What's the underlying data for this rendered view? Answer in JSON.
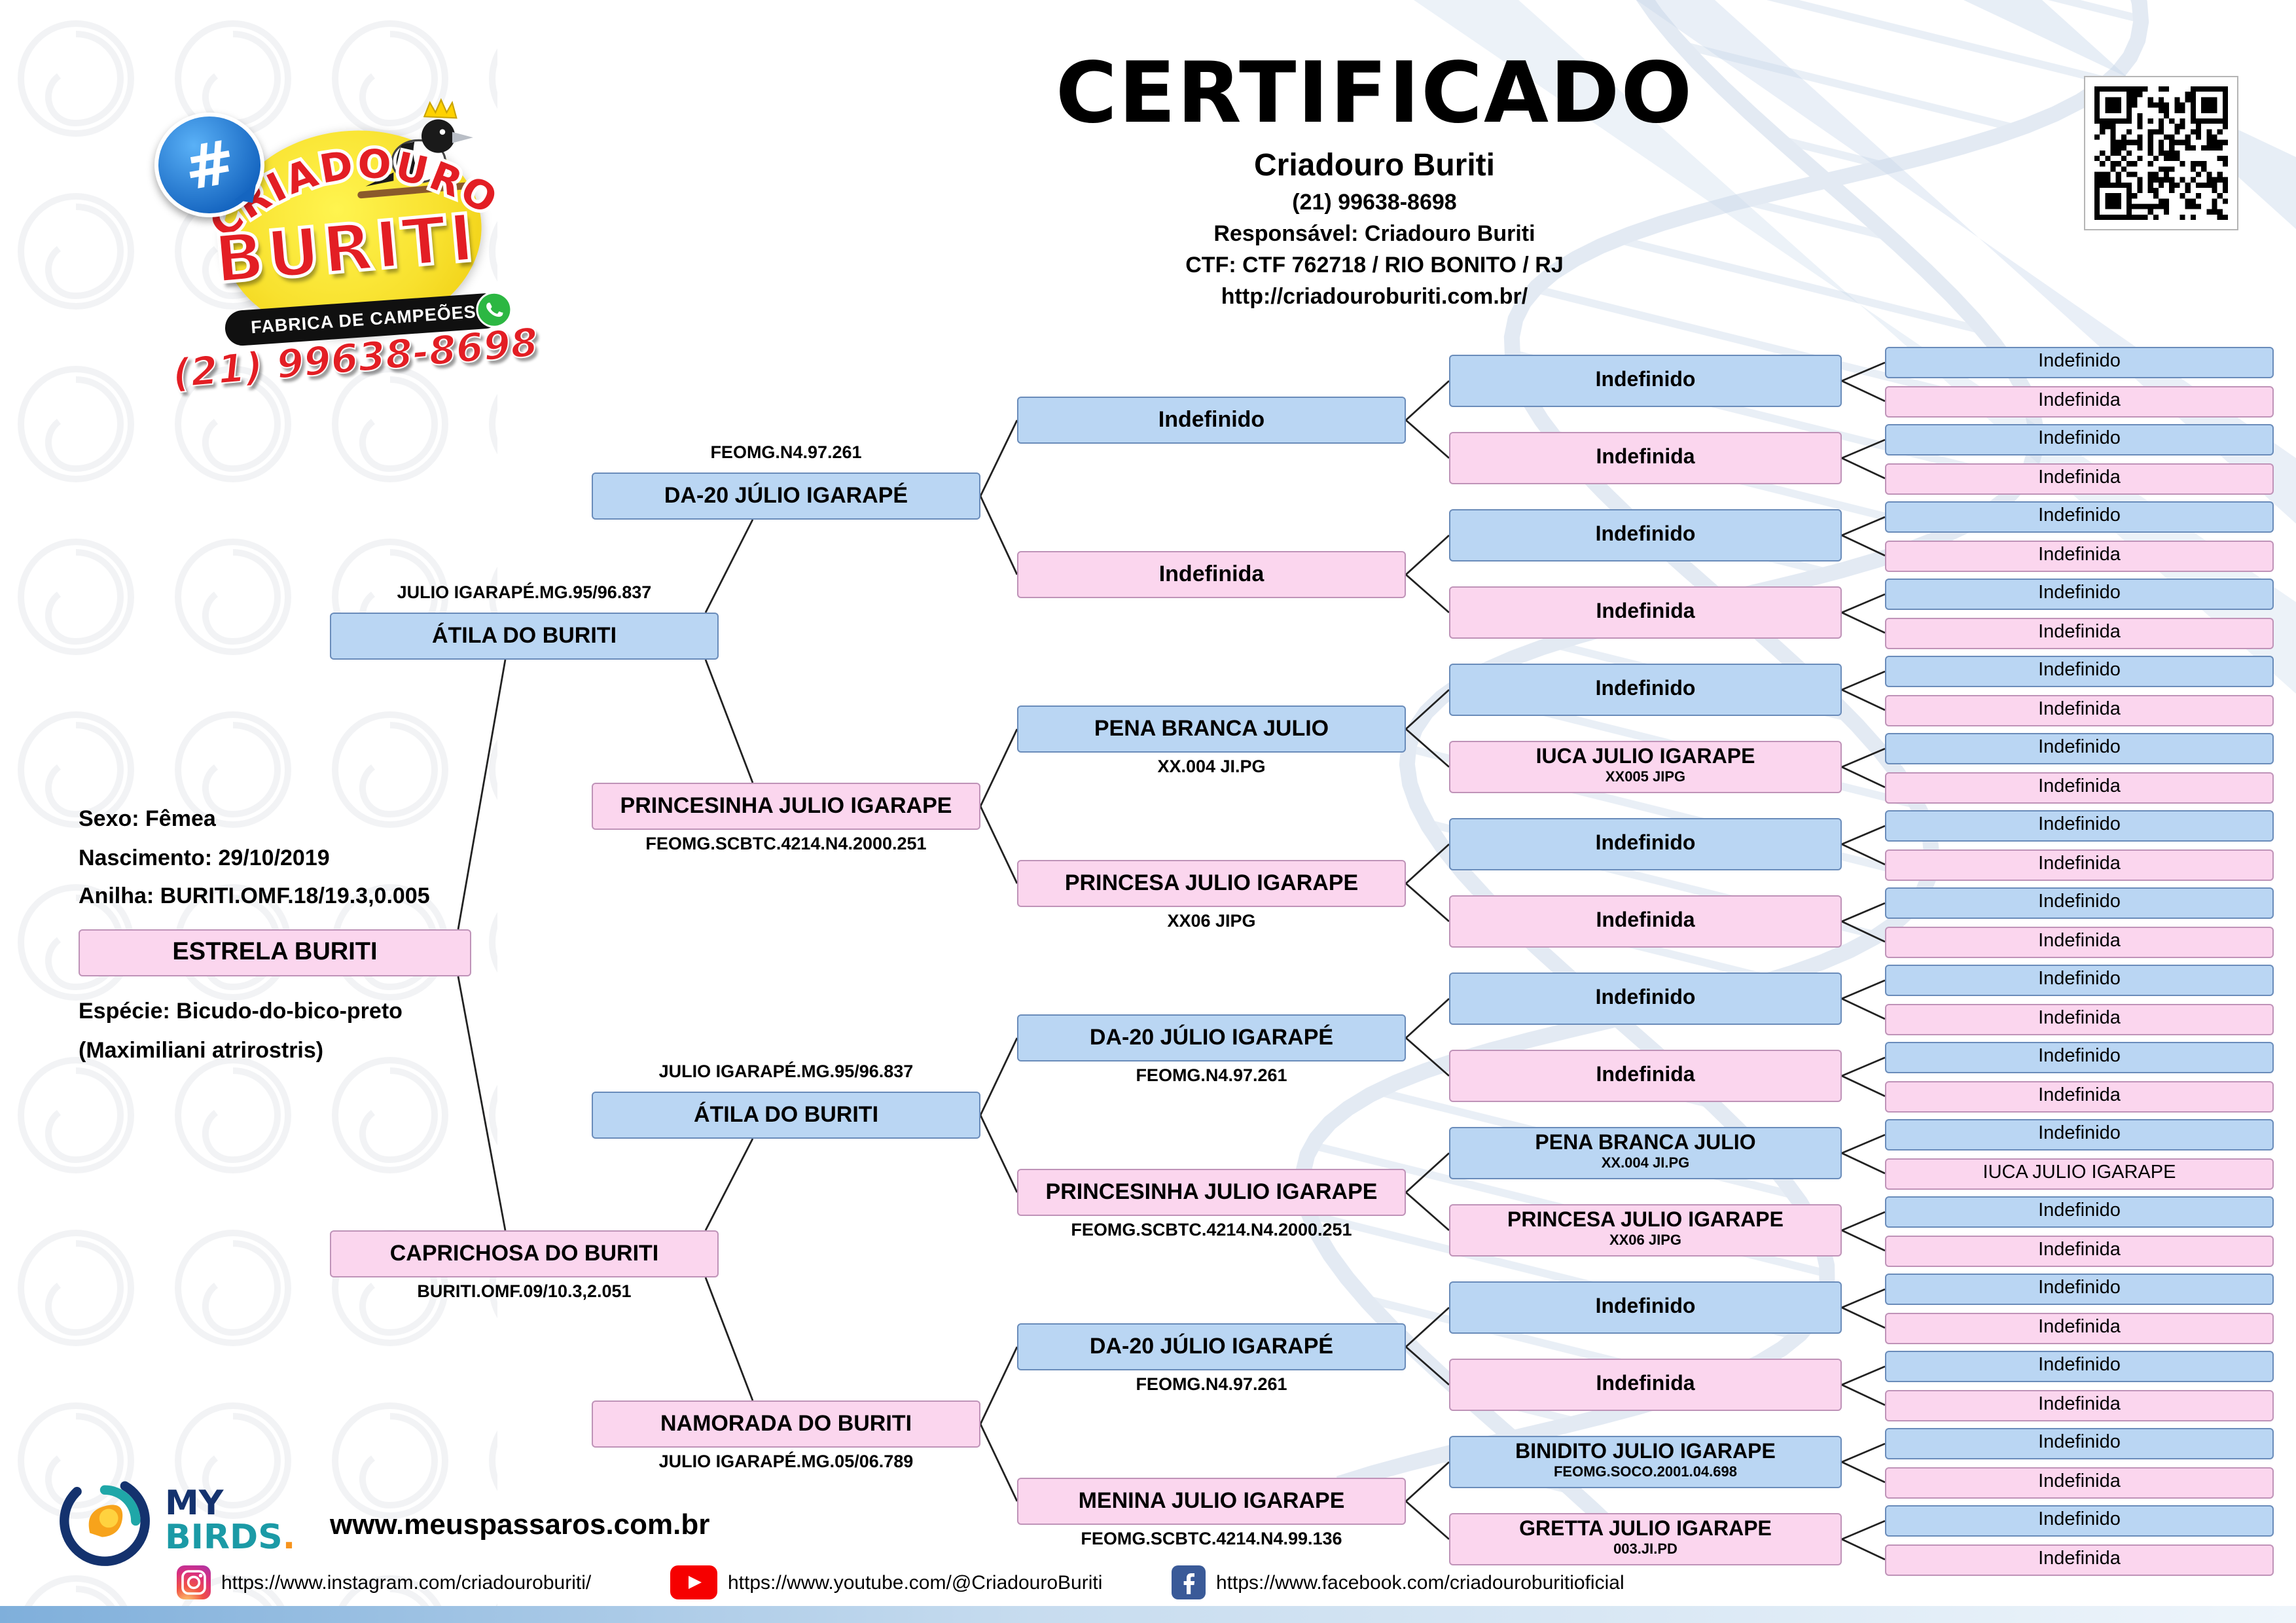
{
  "colors": {
    "male_box": "#bad6f3",
    "male_border": "#6a8cba",
    "female_box": "#fbd6ee",
    "female_border": "#bf93b8",
    "brand_red": "#e31e24",
    "line": "#222222"
  },
  "header": {
    "title": "CERTIFICADO",
    "breeder_name": "Criadouro Buriti",
    "phone": "(21) 99638-8698",
    "responsible": "Responsável: Criadouro Buriti",
    "ctf": "CTF: CTF 762718 / RIO BONITO / RJ",
    "website": "http://criadouroburiti.com.br/"
  },
  "logo": {
    "hash": "#",
    "arc_text": "CRIADOURO",
    "brand": "BURITI",
    "tagline": "FABRICA DE CAMPEÕES",
    "phone": "(21) 99638-8698"
  },
  "subject": {
    "sex_label": "Sexo: Fêmea",
    "birth_label": "Nascimento: 29/10/2019",
    "ring_label": "Anilha: BURITI.OMF.18/19.3,0.005",
    "name": "ESTRELA BURITI",
    "species_label": "Espécie: Bicudo-do-bico-preto",
    "species_latin": "(Maximiliani atrirostris)",
    "sex": "f"
  },
  "tree": {
    "gen1": [
      {
        "name": "ÁTILA DO BURITI",
        "sex": "m",
        "ring": "JULIO IGARAPÉ.MG.95/96.837",
        "ring_pos": "above"
      },
      {
        "name": "CAPRICHOSA DO BURITI",
        "sex": "f",
        "ring": "BURITI.OMF.09/10.3,2.051",
        "ring_pos": "below"
      }
    ],
    "gen2": [
      {
        "name": "DA-20 JÚLIO IGARAPÉ",
        "sex": "m",
        "ring": "FEOMG.N4.97.261",
        "ring_pos": "above"
      },
      {
        "name": "PRINCESINHA JULIO IGARAPE",
        "sex": "f",
        "ring": "FEOMG.SCBTC.4214.N4.2000.251",
        "ring_pos": "below"
      },
      {
        "name": "ÁTILA DO BURITI",
        "sex": "m",
        "ring": "JULIO IGARAPÉ.MG.95/96.837",
        "ring_pos": "above"
      },
      {
        "name": "NAMORADA DO BURITI",
        "sex": "f",
        "ring": "JULIO IGARAPÉ.MG.05/06.789",
        "ring_pos": "below"
      }
    ],
    "gen3": [
      {
        "name": "Indefinido",
        "sex": "m"
      },
      {
        "name": "Indefinida",
        "sex": "f"
      },
      {
        "name": "PENA BRANCA JULIO",
        "sex": "m",
        "ring": "XX.004 JI.PG",
        "ring_pos": "below"
      },
      {
        "name": "PRINCESA JULIO IGARAPE",
        "sex": "f",
        "ring": "XX06 JIPG",
        "ring_pos": "below"
      },
      {
        "name": "DA-20 JÚLIO IGARAPÉ",
        "sex": "m",
        "ring": "FEOMG.N4.97.261",
        "ring_pos": "below"
      },
      {
        "name": "PRINCESINHA JULIO IGARAPE",
        "sex": "f",
        "ring": "FEOMG.SCBTC.4214.N4.2000.251",
        "ring_pos": "below"
      },
      {
        "name": "DA-20 JÚLIO IGARAPÉ",
        "sex": "m",
        "ring": "FEOMG.N4.97.261",
        "ring_pos": "below"
      },
      {
        "name": "MENINA JULIO IGARAPE",
        "sex": "f",
        "ring": "FEOMG.SCBTC.4214.N4.99.136",
        "ring_pos": "below"
      }
    ],
    "gen4": [
      {
        "name": "Indefinido",
        "sex": "m"
      },
      {
        "name": "Indefinida",
        "sex": "f"
      },
      {
        "name": "Indefinido",
        "sex": "m"
      },
      {
        "name": "Indefinida",
        "sex": "f"
      },
      {
        "name": "Indefinido",
        "sex": "m"
      },
      {
        "name": "IUCA JULIO IGARAPE",
        "sub": "XX005 JIPG",
        "sex": "f"
      },
      {
        "name": "Indefinido",
        "sex": "m"
      },
      {
        "name": "Indefinida",
        "sex": "f"
      },
      {
        "name": "Indefinido",
        "sex": "m"
      },
      {
        "name": "Indefinida",
        "sex": "f"
      },
      {
        "name": "PENA BRANCA JULIO",
        "sub": "XX.004 JI.PG",
        "sex": "m"
      },
      {
        "name": "PRINCESA JULIO IGARAPE",
        "sub": "XX06 JIPG",
        "sex": "f"
      },
      {
        "name": "Indefinido",
        "sex": "m"
      },
      {
        "name": "Indefinida",
        "sex": "f"
      },
      {
        "name": "BINIDITO JULIO IGARAPE",
        "sub": "FEOMG.SOCO.2001.04.698",
        "sex": "m"
      },
      {
        "name": "GRETTA JULIO IGARAPE",
        "sub": "003.JI.PD",
        "sex": "f"
      }
    ],
    "gen5": [
      {
        "name": "Indefinido",
        "sex": "m"
      },
      {
        "name": "Indefinida",
        "sex": "f"
      },
      {
        "name": "Indefinido",
        "sex": "m"
      },
      {
        "name": "Indefinida",
        "sex": "f"
      },
      {
        "name": "Indefinido",
        "sex": "m"
      },
      {
        "name": "Indefinida",
        "sex": "f"
      },
      {
        "name": "Indefinido",
        "sex": "m"
      },
      {
        "name": "Indefinida",
        "sex": "f"
      },
      {
        "name": "Indefinido",
        "sex": "m"
      },
      {
        "name": "Indefinida",
        "sex": "f"
      },
      {
        "name": "Indefinido",
        "sex": "m"
      },
      {
        "name": "Indefinida",
        "sex": "f"
      },
      {
        "name": "Indefinido",
        "sex": "m"
      },
      {
        "name": "Indefinida",
        "sex": "f"
      },
      {
        "name": "Indefinido",
        "sex": "m"
      },
      {
        "name": "Indefinida",
        "sex": "f"
      },
      {
        "name": "Indefinido",
        "sex": "m"
      },
      {
        "name": "Indefinida",
        "sex": "f"
      },
      {
        "name": "Indefinido",
        "sex": "m"
      },
      {
        "name": "Indefinida",
        "sex": "f"
      },
      {
        "name": "Indefinido",
        "sex": "m"
      },
      {
        "name": "IUCA JULIO IGARAPE",
        "sex": "f"
      },
      {
        "name": "Indefinido",
        "sex": "m"
      },
      {
        "name": "Indefinida",
        "sex": "f"
      },
      {
        "name": "Indefinido",
        "sex": "m"
      },
      {
        "name": "Indefinida",
        "sex": "f"
      },
      {
        "name": "Indefinido",
        "sex": "m"
      },
      {
        "name": "Indefinida",
        "sex": "f"
      },
      {
        "name": "Indefinido",
        "sex": "m"
      },
      {
        "name": "Indefinida",
        "sex": "f"
      },
      {
        "name": "Indefinido",
        "sex": "m"
      },
      {
        "name": "Indefinida",
        "sex": "f"
      }
    ]
  },
  "footer": {
    "brand_top": "MY",
    "brand_bottom": "BIRDS",
    "brand_dot": ".",
    "website": "www.meuspassaros.com.br",
    "instagram": "https://www.instagram.com/criadouroburiti/",
    "youtube": "https://www.youtube.com/@CriadouroBuriti",
    "facebook": "https://www.facebook.com/criadouroburitioficial"
  }
}
